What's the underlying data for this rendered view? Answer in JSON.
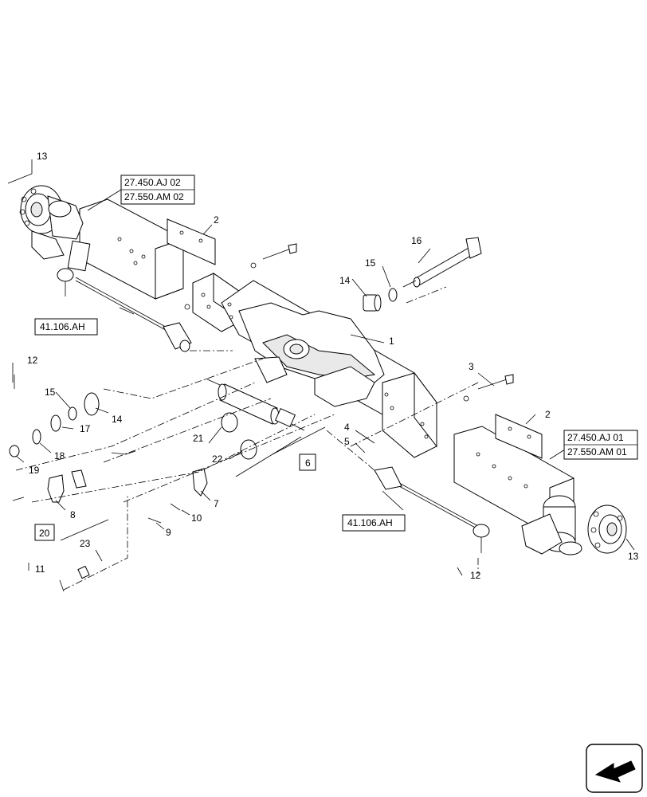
{
  "callouts": {
    "c1": "1",
    "c2a": "2",
    "c2b": "2",
    "c3": "3",
    "c4": "4",
    "c5": "5",
    "c6": "6",
    "c7": "7",
    "c8": "8",
    "c9": "9",
    "c10": "10",
    "c11": "11",
    "c12a": "12",
    "c12b": "12",
    "c13a": "13",
    "c13b": "13",
    "c14a": "14",
    "c14b": "14",
    "c15a": "15",
    "c15b": "15",
    "c16": "16",
    "c17": "17",
    "c18": "18",
    "c19": "19",
    "c20": "20",
    "c21": "21",
    "c22": "22",
    "c23": "23"
  },
  "references": {
    "left_hub_1": "27.450.AJ 02",
    "left_hub_2": "27.550.AM 02",
    "right_hub_1": "27.450.AJ 01",
    "right_hub_2": "27.550.AM 01",
    "tie_rod_left": "41.106.AH",
    "tie_rod_right": "41.106.AH"
  },
  "icons": {
    "nav": "navigation-arrow-icon"
  }
}
